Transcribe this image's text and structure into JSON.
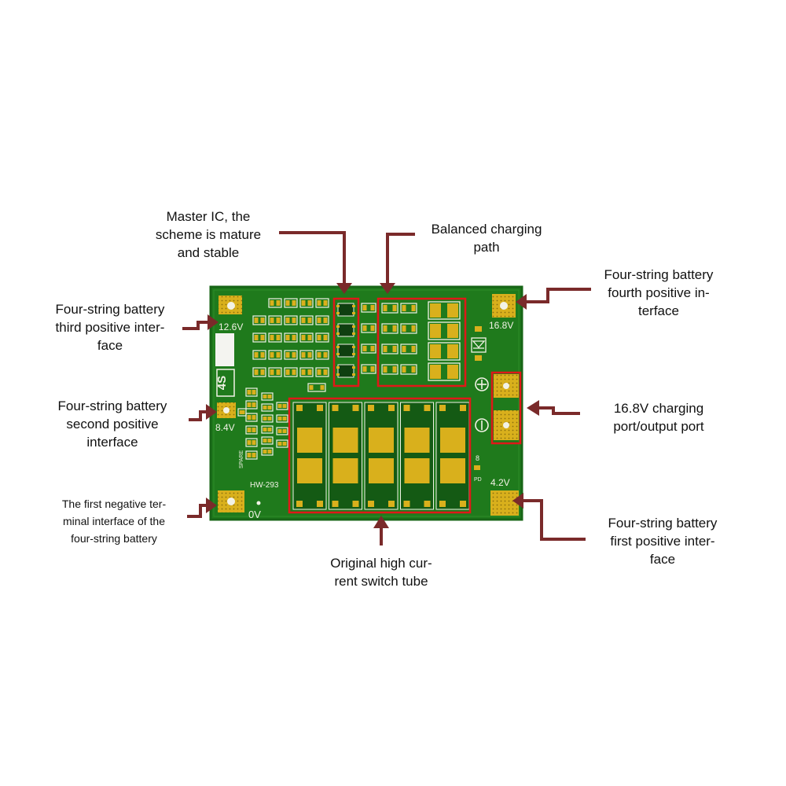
{
  "board": {
    "model": "HW-293",
    "series_mark": "4S",
    "pad_labels": {
      "v12_6": "12.6V",
      "v8_4": "8.4V",
      "v0": "0V",
      "v16_8": "16.8V",
      "v4_2": "4.2V"
    },
    "silk_text": {
      "spare": "SPARE",
      "mark_8": "8",
      "mark_pd": "PD"
    }
  },
  "callouts": {
    "master_ic": "Master IC, the\nscheme is mature\nand stable",
    "balanced_path": "Balanced charging\npath",
    "fourth_positive": "Four-string battery\nfourth positive in-\nterface",
    "third_positive": "Four-string battery\nthird positive inter-\nface",
    "second_positive": "Four-string battery\nsecond positive\ninterface",
    "first_negative": "The first negative ter-\nminal interface of the\nfour-string battery",
    "charging_port": "16.8V charging\nport/output port",
    "first_positive": "Four-string battery\nfirst positive inter-\nface",
    "switch_tube": "Original high cur-\nrent switch tube"
  },
  "colors": {
    "pcb_green": "#1f7a1c",
    "pcb_dark": "#145a14",
    "pad_gold": "#d9b01c",
    "arrow": "#7a2a2a",
    "highlight": "#e01818",
    "silk": "#f2f2e6"
  }
}
